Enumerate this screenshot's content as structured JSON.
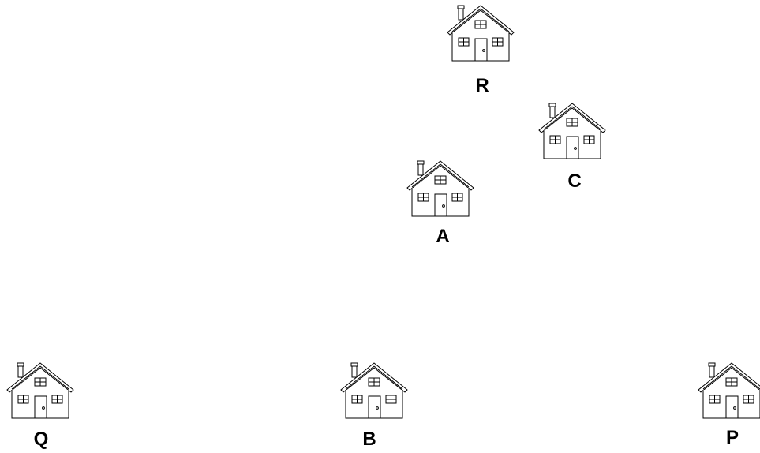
{
  "houses": [
    {
      "id": "r",
      "label": "R",
      "icon": "house-icon"
    },
    {
      "id": "c",
      "label": "C",
      "icon": "house-icon"
    },
    {
      "id": "a",
      "label": "A",
      "icon": "house-icon"
    },
    {
      "id": "q",
      "label": "Q",
      "icon": "house-icon"
    },
    {
      "id": "b",
      "label": "B",
      "icon": "house-icon"
    },
    {
      "id": "p",
      "label": "P",
      "icon": "house-icon"
    }
  ],
  "colors": {
    "stroke": "#000000",
    "fill": "#ffffff"
  }
}
